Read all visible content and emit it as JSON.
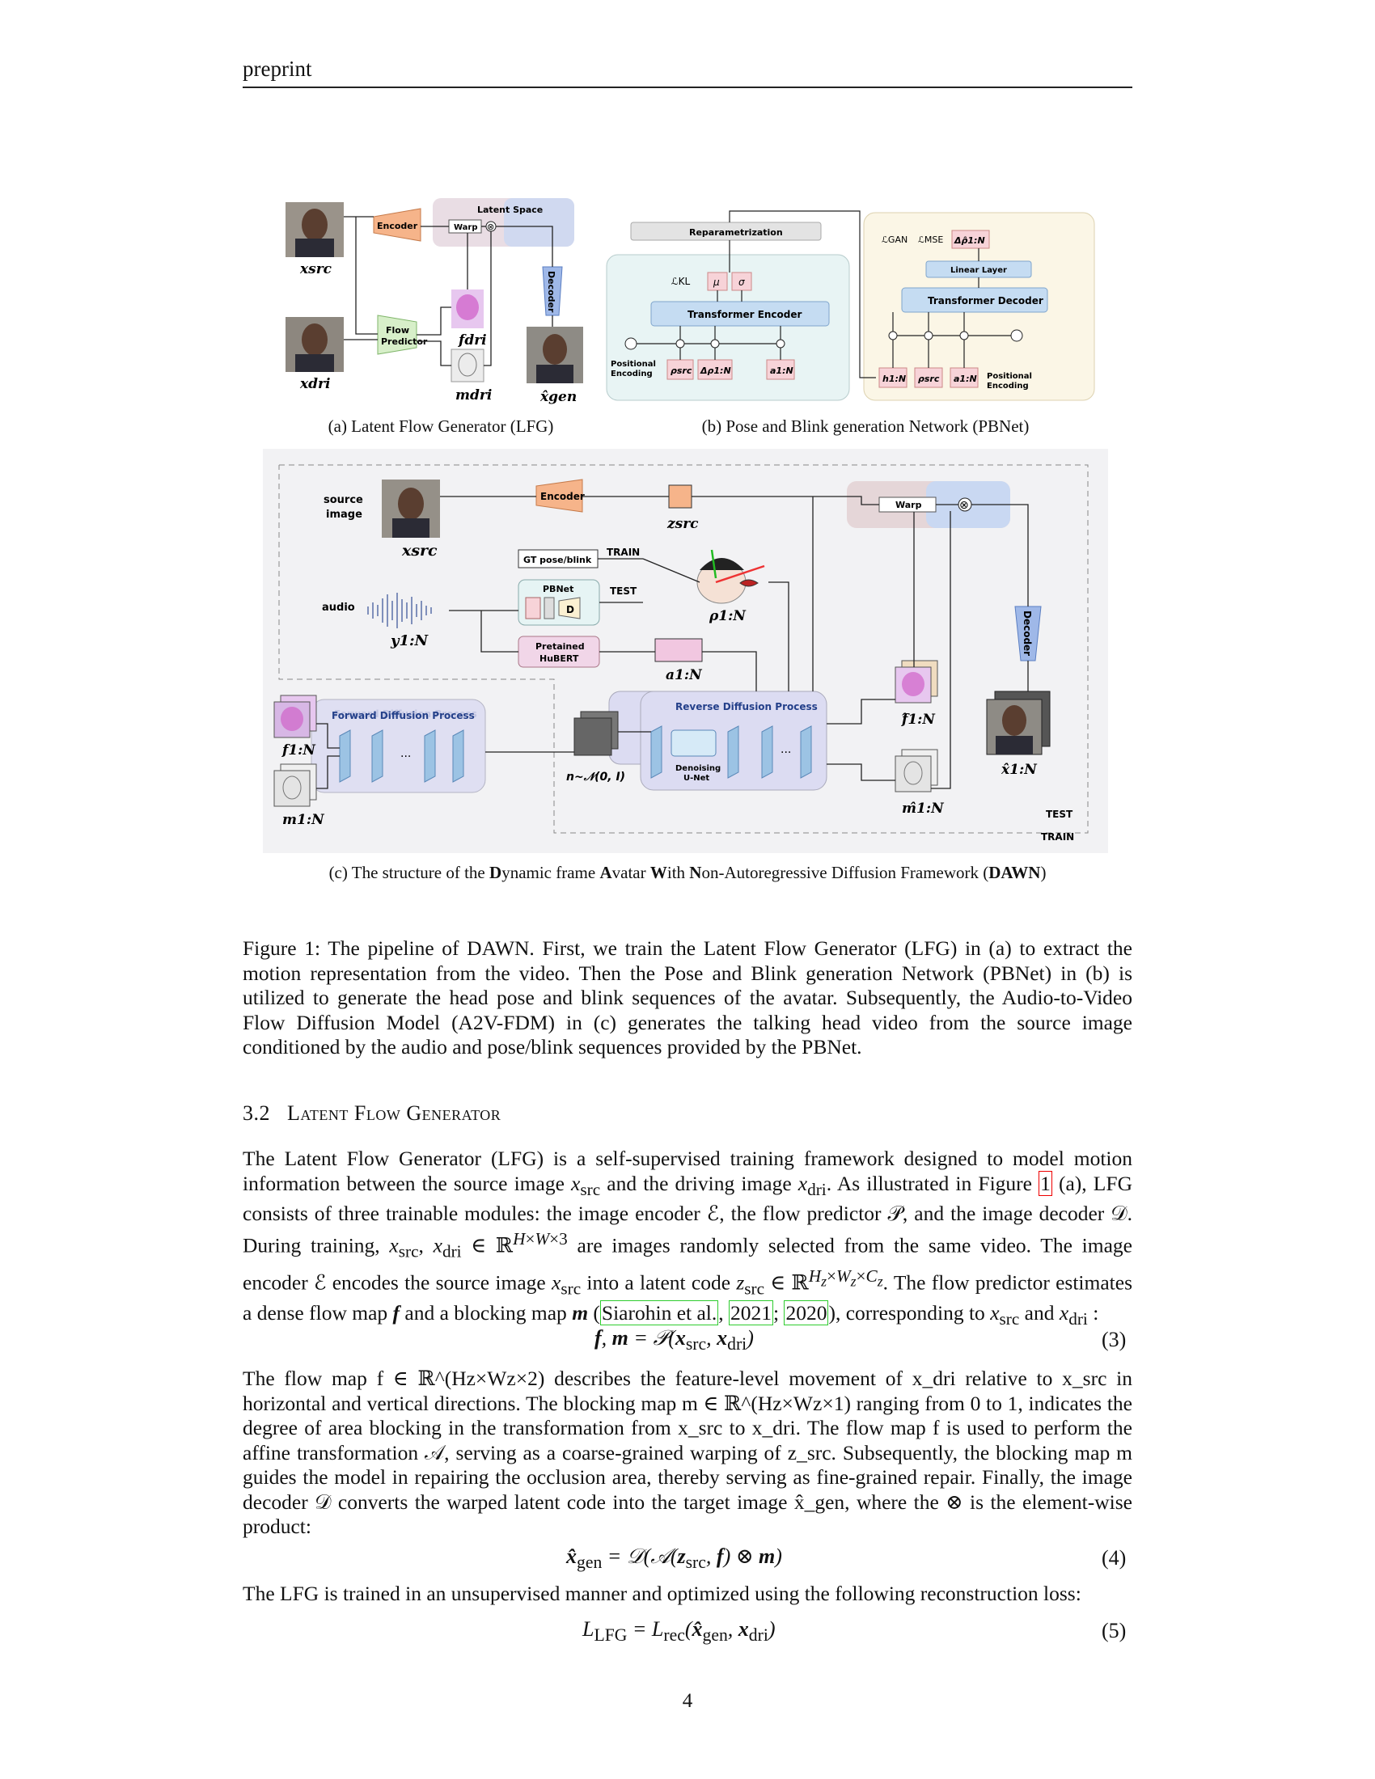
{
  "header": {
    "title": "preprint"
  },
  "figure": {
    "panel_a": {
      "caption": "(a) Latent Flow Generator (LFG)",
      "x_src": "x_src",
      "x_dri": "x_dri",
      "m_dri": "m_dri",
      "f_dri": "f_dri",
      "x_gen": "x̂_gen",
      "encoder": "Encoder",
      "flow_predictor_1": "Flow",
      "flow_predictor_2": "Predictor",
      "latent_space": "Latent Space",
      "warp": "Warp",
      "decoder": "Decoder"
    },
    "panel_b": {
      "caption": "(b) Pose and Blink generation Network (PBNet)",
      "reparam": "Reparametrization",
      "l_kl": "ℒKL",
      "mu": "μ",
      "sigma": "σ",
      "transformer_encoder": "Transformer Encoder",
      "transformer_decoder": "Transformer Decoder",
      "linear_layer": "Linear Layer",
      "l_gan": "ℒGAN",
      "l_mse": "ℒMSE",
      "delta_rho_out": "Δρ̂1:N",
      "pos_enc_1": "Positional",
      "pos_enc_2": "Encoding",
      "rho_src": "ρsrc",
      "delta_rho": "Δρ1:N",
      "a_1n": "a1:N",
      "h_1n": "h1:N"
    },
    "panel_c": {
      "caption_prefix": "(c) The structure of the ",
      "caption_d": "D",
      "caption_1": "ynamic frame ",
      "caption_a": "A",
      "caption_2": "vatar ",
      "caption_w": "W",
      "caption_3": "ith ",
      "caption_n": "N",
      "caption_4": "on-Autoregressive Diffusion Framework (",
      "caption_dawn": "DAWN",
      "caption_5": ")",
      "source_image_1": "source",
      "source_image_2": "image",
      "audio": "audio",
      "x_src": "x_src",
      "y_1n": "y1:N",
      "encoder": "Encoder",
      "z_src": "z_src",
      "gt_pose": "GT pose/blink",
      "train": "TRAIN",
      "test": "TEST",
      "pbnet": "PBNet",
      "pbnet_d": "D",
      "hubert_1": "Pretained",
      "hubert_2": "HuBERT",
      "a_1n": "a1:N",
      "rho_1n": "ρ1:N",
      "warp": "Warp",
      "decoder": "Decoder",
      "forward": "Forward Diffusion Process",
      "reverse": "Reverse Diffusion Process",
      "denoising_1": "Denoising",
      "denoising_2": "U-Net",
      "f_1n": "f1:N",
      "m_1n": "m1:N",
      "noise": "n~𝒩(0, I)",
      "f_hat": "f̂1:N",
      "m_hat": "m̂1:N",
      "x_hat": "x̂1:N",
      "test_label": "TEST",
      "train_label": "TRAIN"
    }
  },
  "figure_caption": "Figure 1: The pipeline of DAWN. First, we train the Latent Flow Generator (LFG) in (a) to extract the motion representation from the video. Then the Pose and Blink generation Network (PBNet) in (b) is utilized to generate the head pose and blink sequences of the avatar. Subsequently, the Audio-to-Video Flow Diffusion Model (A2V-FDM) in (c) generates the talking head video from the source image conditioned by the audio and pose/blink sequences provided by the PBNet.",
  "section": {
    "number": "3.2",
    "title": "Latent Flow Generator"
  },
  "paragraph1": {
    "p1": "The Latent Flow Generator (LFG) is a self-supervised training framework designed to model motion information between the source image ",
    "p2": " and the driving image ",
    "p3": ". As illustrated in Figure ",
    "fig_ref": "1",
    "p4": " (a), LFG consists of three trainable modules: the image encoder ℰ, the flow predictor 𝒫, and the image decoder 𝒟. During training, ",
    "p5": " ∈ ℝ",
    "p6": " are images randomly selected from the same video. The image encoder ℰ encodes the source image ",
    "p7": " into a latent code ",
    "p8": " ∈ ℝ",
    "p9": ". The flow predictor estimates a dense flow map ",
    "p10": " and a blocking map ",
    "p11": " (",
    "cite1": "Siarohin et al.",
    "cite2": "2021",
    "cite3": "2020",
    "p12": "), corresponding to ",
    "p13": " and ",
    "p14": " :"
  },
  "equations": {
    "eq3_lhs": "f, m = 𝒫(x",
    "eq3_num": "(3)",
    "eq4_num": "(4)",
    "eq5_num": "(5)"
  },
  "paragraph2": "The flow map f ∈ ℝ^(Hz×Wz×2) describes the feature-level movement of x_dri relative to x_src in horizontal and vertical directions. The blocking map m ∈ ℝ^(Hz×Wz×1) ranging from 0 to 1, indicates the degree of area blocking in the transformation from x_src to x_dri. The flow map f is used to perform the affine transformation 𝒜, serving as a coarse-grained warping of z_src. Subsequently, the blocking map m guides the model in repairing the occlusion area, thereby serving as fine-grained repair. Finally, the image decoder 𝒟 converts the warped latent code into the target image x̂_gen, where the ⊗ is the element-wise product:",
  "paragraph3": "The LFG is trained in an unsupervised manner and optimized using the following reconstruction loss:",
  "page_number": "4",
  "colors": {
    "encoder": "#f6b48a",
    "flow_predictor": "#d7efc9",
    "latent_space": "#c9d8f2",
    "decoder": "#9fb8e8",
    "pbnet_bg": "#e8f4f4",
    "decoder_bg": "#fbf6e6",
    "transformer": "#c5dcf2",
    "pink_box": "#f7d3d8",
    "diffusion": "#dcdcf2",
    "ref_red": "#ee0000",
    "ref_green": "#2ecc2e"
  }
}
